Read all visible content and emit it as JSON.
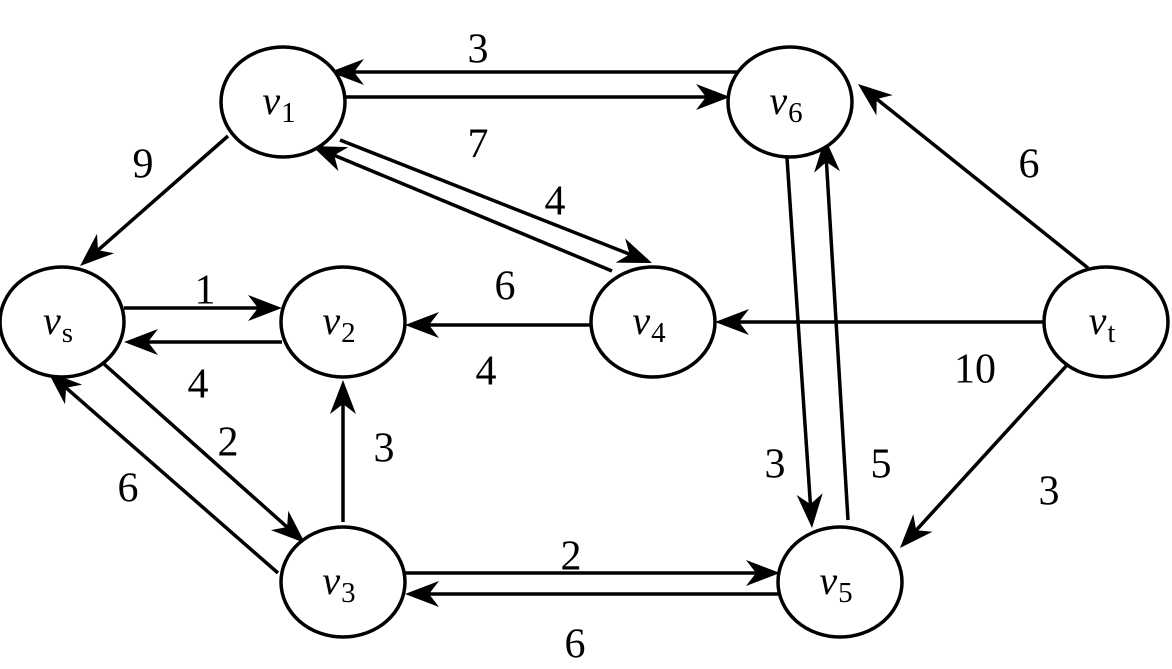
{
  "nodes": [
    {
      "id": "vs",
      "base": "v",
      "sub": "s"
    },
    {
      "id": "v1",
      "base": "v",
      "sub": "1"
    },
    {
      "id": "v2",
      "base": "v",
      "sub": "2"
    },
    {
      "id": "v3",
      "base": "v",
      "sub": "3"
    },
    {
      "id": "v4",
      "base": "v",
      "sub": "4"
    },
    {
      "id": "v5",
      "base": "v",
      "sub": "5"
    },
    {
      "id": "v6",
      "base": "v",
      "sub": "6"
    },
    {
      "id": "vt",
      "base": "v",
      "sub": "t"
    }
  ],
  "edges": [
    {
      "from": "v6",
      "to": "v1",
      "weight": "3"
    },
    {
      "from": "v1",
      "to": "v6",
      "weight": "7"
    },
    {
      "from": "v1",
      "to": "vs",
      "weight": "9"
    },
    {
      "from": "v1",
      "to": "v4",
      "weight": "4"
    },
    {
      "from": "v4",
      "to": "v1",
      "weight": "6"
    },
    {
      "from": "vs",
      "to": "v2",
      "weight": "1"
    },
    {
      "from": "v2",
      "to": "vs",
      "weight": "4"
    },
    {
      "from": "v4",
      "to": "v2",
      "weight": "4"
    },
    {
      "from": "vs",
      "to": "v3",
      "weight": "2"
    },
    {
      "from": "v3",
      "to": "vs",
      "weight": "6"
    },
    {
      "from": "v3",
      "to": "v2",
      "weight": "3"
    },
    {
      "from": "v3",
      "to": "v5",
      "weight": "2"
    },
    {
      "from": "v5",
      "to": "v3",
      "weight": "6"
    },
    {
      "from": "v6",
      "to": "v5",
      "weight": "3"
    },
    {
      "from": "v5",
      "to": "v6",
      "weight": "5"
    },
    {
      "from": "vt",
      "to": "v6",
      "weight": "6"
    },
    {
      "from": "vt",
      "to": "v4",
      "weight": "10"
    },
    {
      "from": "vt",
      "to": "v5",
      "weight": "3"
    }
  ]
}
